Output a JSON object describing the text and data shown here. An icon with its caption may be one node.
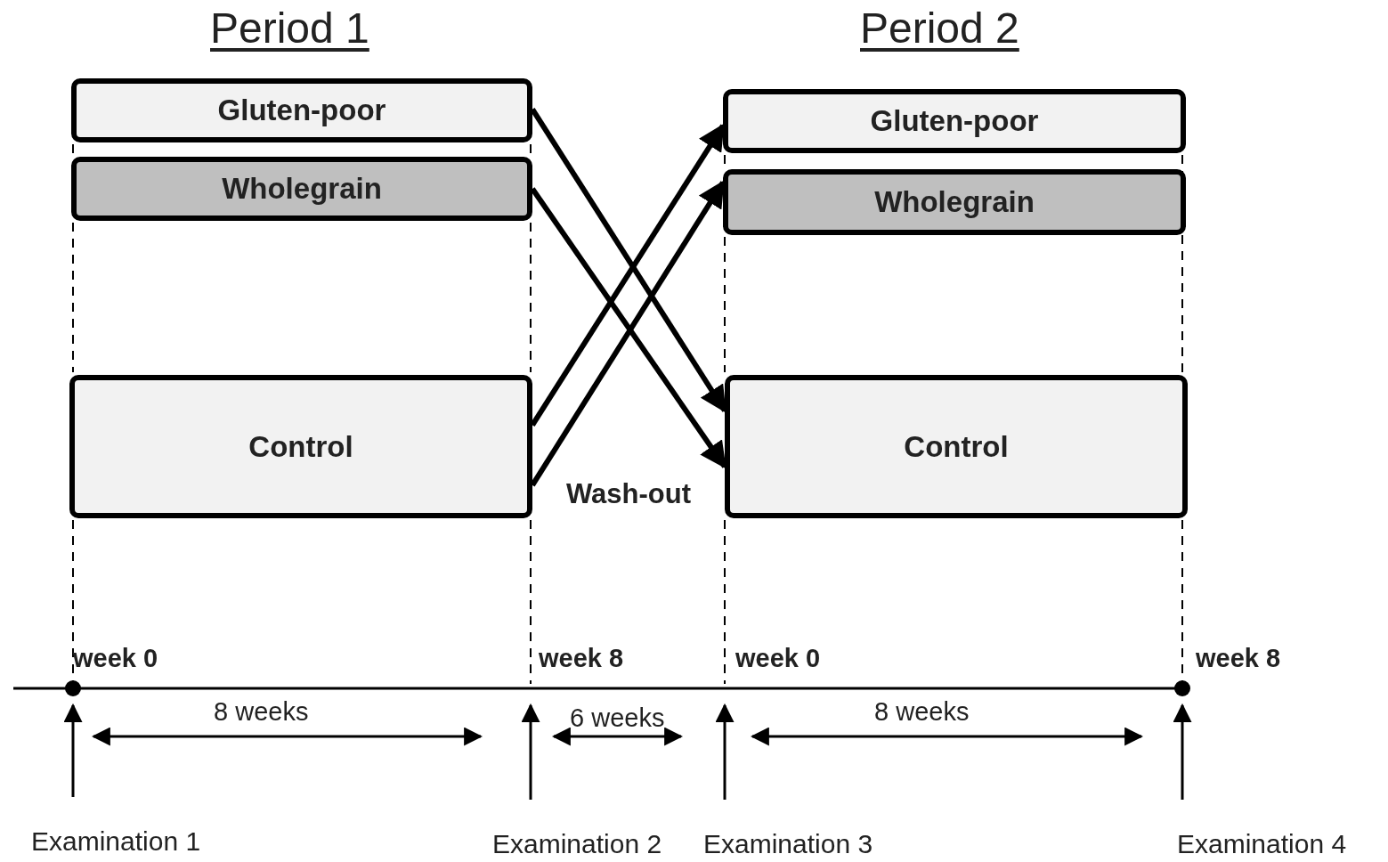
{
  "diagram": {
    "nodes": [
      {
        "text": [
          "Gluten-poor"
        ]
      },
      {
        "text": [
          "Wholegrain"
        ]
      },
      {
        "text": [
          "Control"
        ]
      },
      {
        "text": [
          "Gluten-poor"
        ]
      },
      {
        "text": [
          "Wholegrain"
        ]
      },
      {
        "text": [
          "Control"
        ]
      },
      {
        "text": [
          "Examination 1"
        ]
      },
      {
        "text": [
          "Examination 2"
        ]
      },
      {
        "text": [
          "Examination 3"
        ]
      },
      {
        "text": [
          "Examination 4"
        ]
      }
    ],
    "edges": [
      {
        "from": 0,
        "to": 5,
        "arrow": "to",
        "style": "thick"
      },
      {
        "from": 1,
        "to": 5,
        "arrow": "to",
        "style": "thick"
      },
      {
        "from": 2,
        "to": 3,
        "arrow": "to",
        "style": "thick"
      },
      {
        "from": 2,
        "to": 4,
        "arrow": "to",
        "style": "thick"
      },
      {
        "from": 6,
        "to": null,
        "arrow": "to"
      },
      {
        "from": 7,
        "to": null,
        "arrow": "to"
      },
      {
        "from": 8,
        "to": null,
        "arrow": "to"
      },
      {
        "from": 9,
        "to": null,
        "arrow": "to"
      }
    ],
    "labels": [
      "Period 1",
      "Period 2",
      "Wash-out",
      "week 0",
      "week 8",
      "week 0",
      "week 8",
      "8 weeks",
      "6 weeks",
      "8 weeks"
    ]
  }
}
